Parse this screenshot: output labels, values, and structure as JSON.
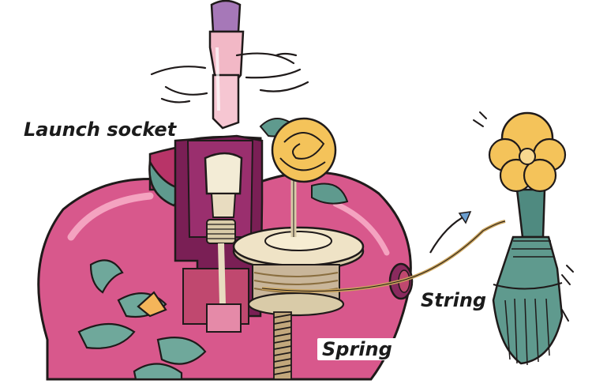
{
  "labels": {
    "launch_socket": "Launch socket",
    "string": "String",
    "spring": "Spring"
  },
  "colors": {
    "body_pink": "#d8588c",
    "body_dark": "#a82a5e",
    "inner_purple": "#7a1f55",
    "gear_cream": "#e8dcc0",
    "leaf_teal": "#5f9a8e",
    "flower_yellow": "#f4c35a",
    "tassel_teal": "#4f8a80",
    "outline": "#1f1a1a"
  },
  "icons": {
    "launcher": "spinning-launcher-icon",
    "flower": "rose-icon",
    "tassel": "tassel-handle-icon",
    "arrow": "pull-direction-arrow-icon"
  }
}
